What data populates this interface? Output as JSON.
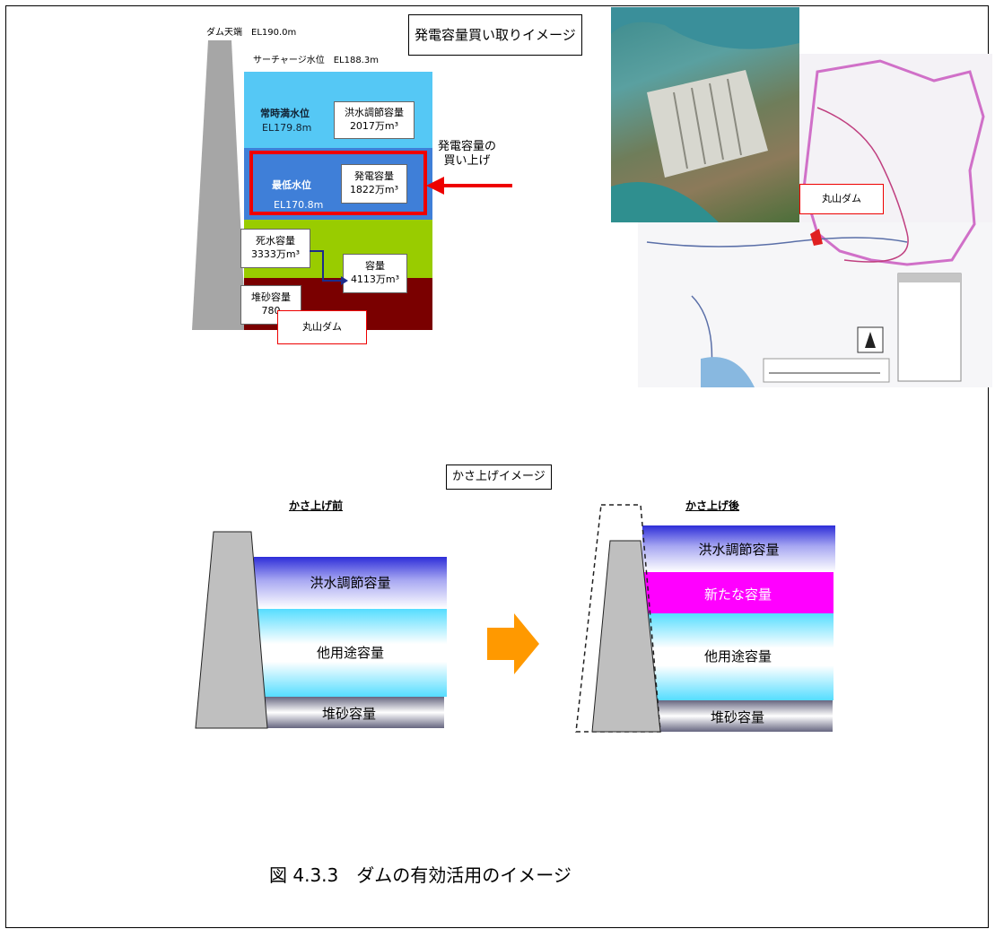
{
  "figure1": {
    "dam_crest": "ダム天端　EL190.0m",
    "surcharge_level": "サーチャージ水位　EL188.3m",
    "normal_full_level": "常時満水位",
    "normal_full_el": "EL179.8m",
    "flood_control": "洪水調節容量",
    "flood_control_val": "2017万m³",
    "min_level": "最低水位",
    "min_el": "EL170.8m",
    "power_cap": "発電容量",
    "power_cap_val": "1822万m³",
    "dead_water": "死水容量",
    "dead_water_val": "3333万m³",
    "capacity": "容量",
    "capacity_val": "4113万m³",
    "sediment": "堆砂容量",
    "sediment_val": "780",
    "maruyama_label": "丸山ダム",
    "purchase_label_1": "発電容量の",
    "purchase_label_2": "買い上げ",
    "title": "発電容量買い取りイメージ",
    "map_dam_label": "丸山ダム"
  },
  "figure2": {
    "title": "かさ上げイメージ",
    "before_label": "かさ上げ前",
    "after_label": "かさ上げ後",
    "flood": "洪水調節容量",
    "other": "他用途容量",
    "sediment": "堆砂容量",
    "new_cap": "新たな容量"
  },
  "caption": "図 4.3.3　ダムの有効活用のイメージ",
  "colors": {
    "sky": "#55c8f5",
    "blue": "#3f7fd8",
    "green": "#99cc00",
    "maroon": "#7a0000",
    "gray": "#a6a6a6",
    "magenta": "#ff00ff",
    "orange": "#ff9900",
    "red": "#ee0000"
  }
}
